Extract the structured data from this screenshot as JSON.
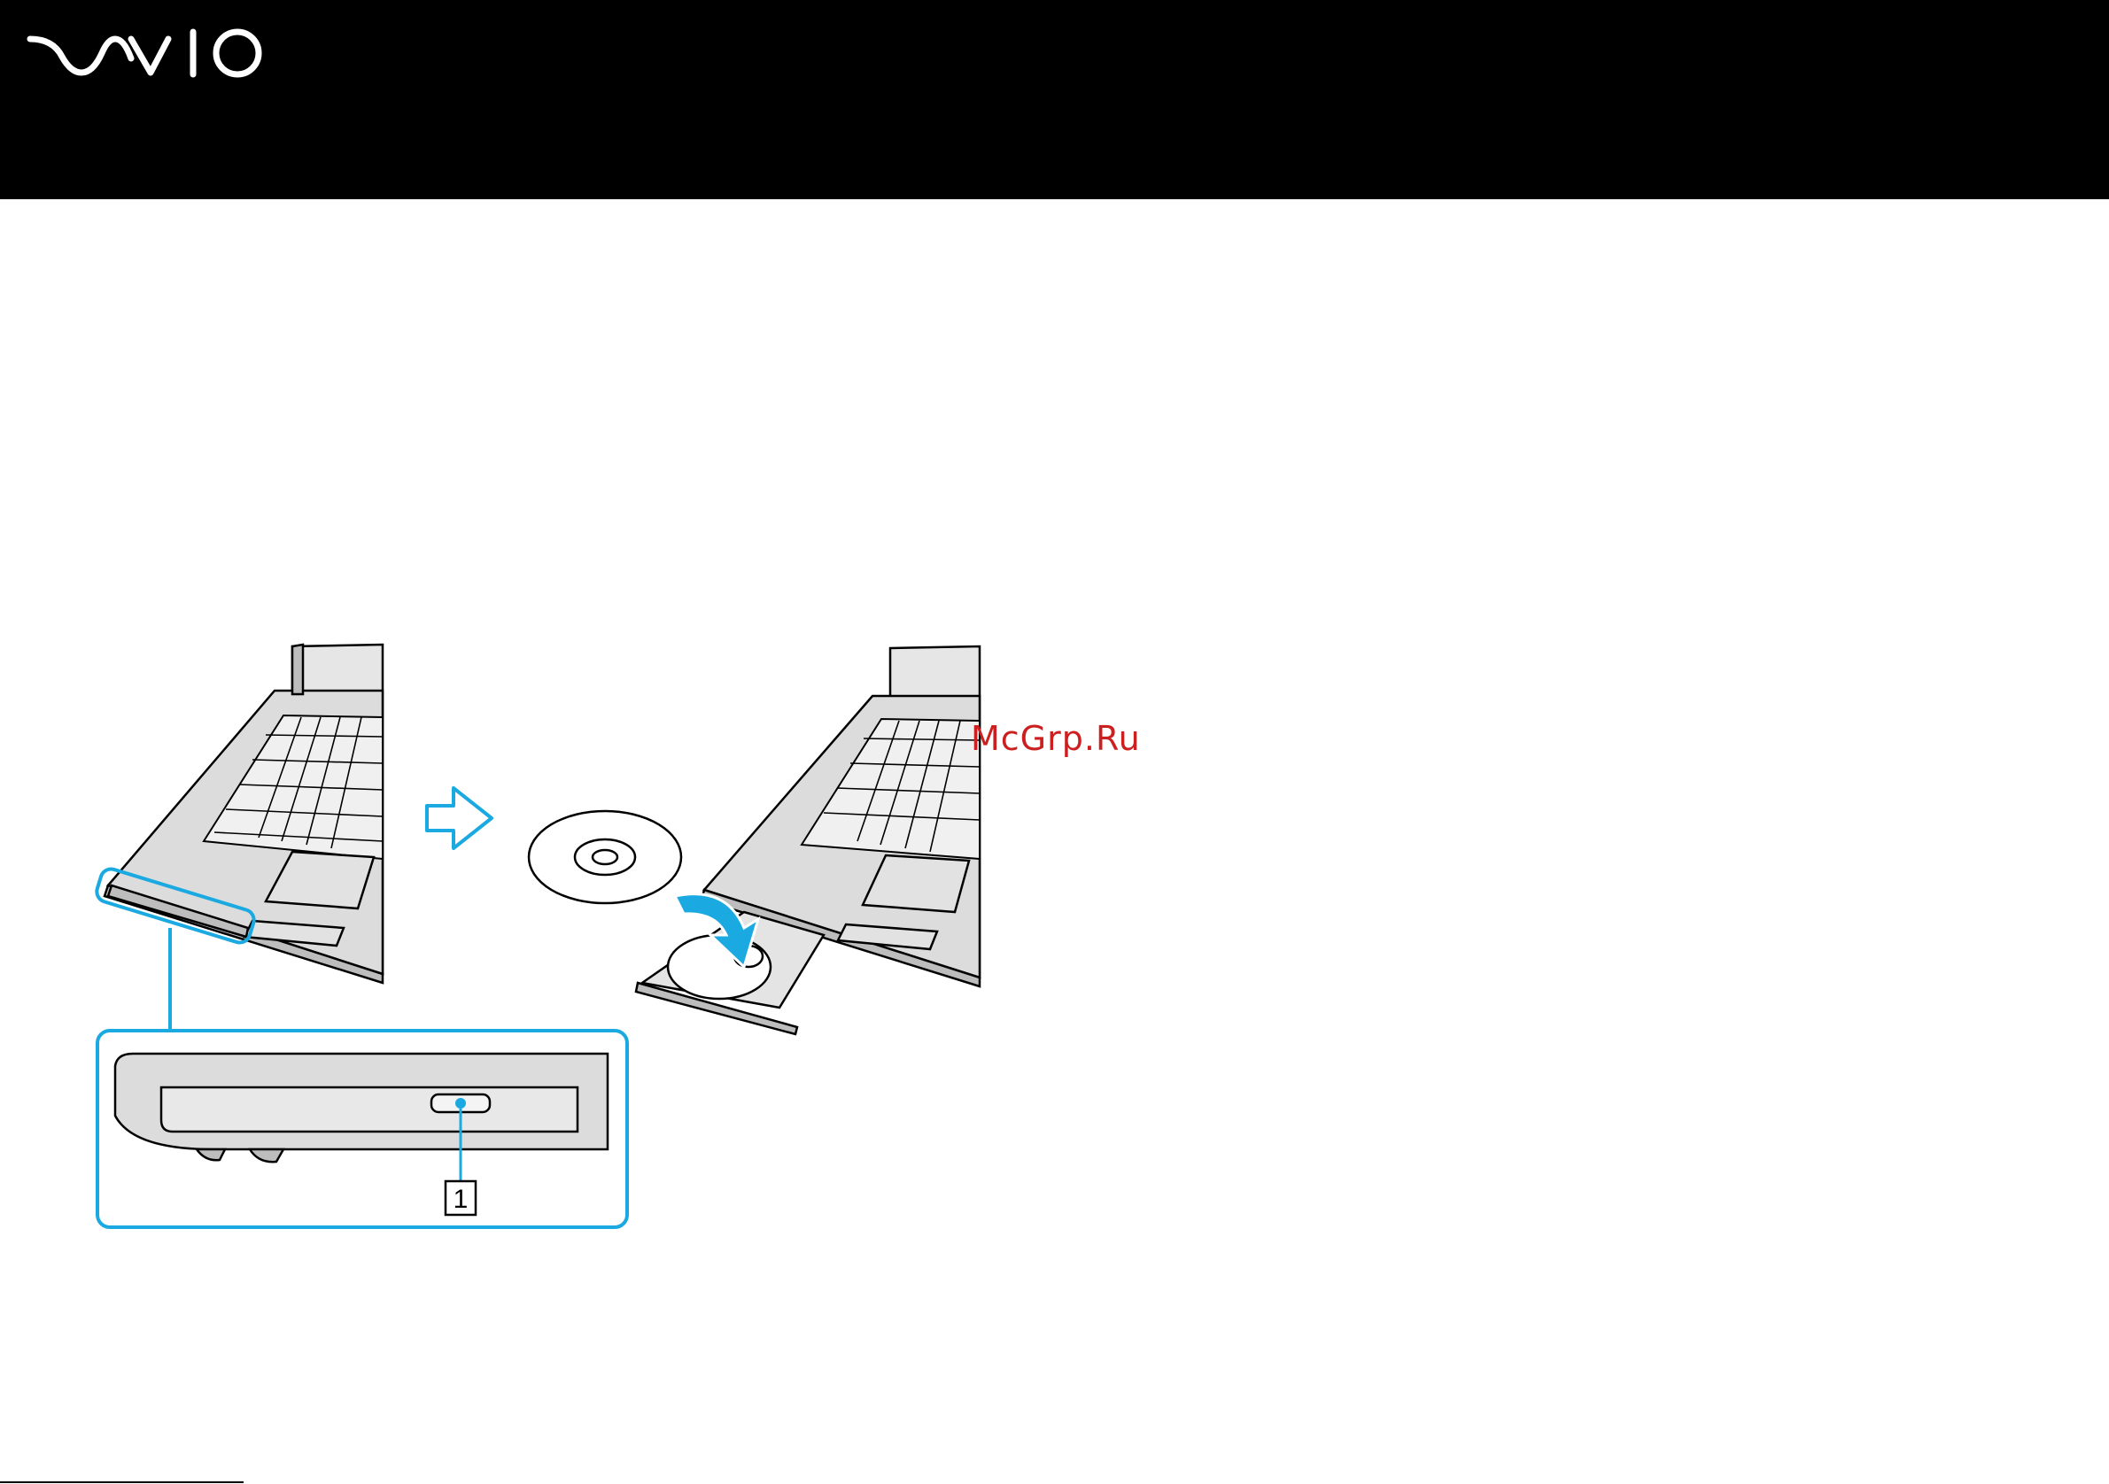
{
  "header": {
    "logo_text": "VAIO"
  },
  "figure": {
    "callout_number": "1"
  },
  "watermark": {
    "text": "McGrp.Ru"
  },
  "colors": {
    "header_bg": "#000000",
    "callout": "#1aa9e0",
    "watermark": "#cc1f1f",
    "body_fill": "#d9d9d9"
  }
}
